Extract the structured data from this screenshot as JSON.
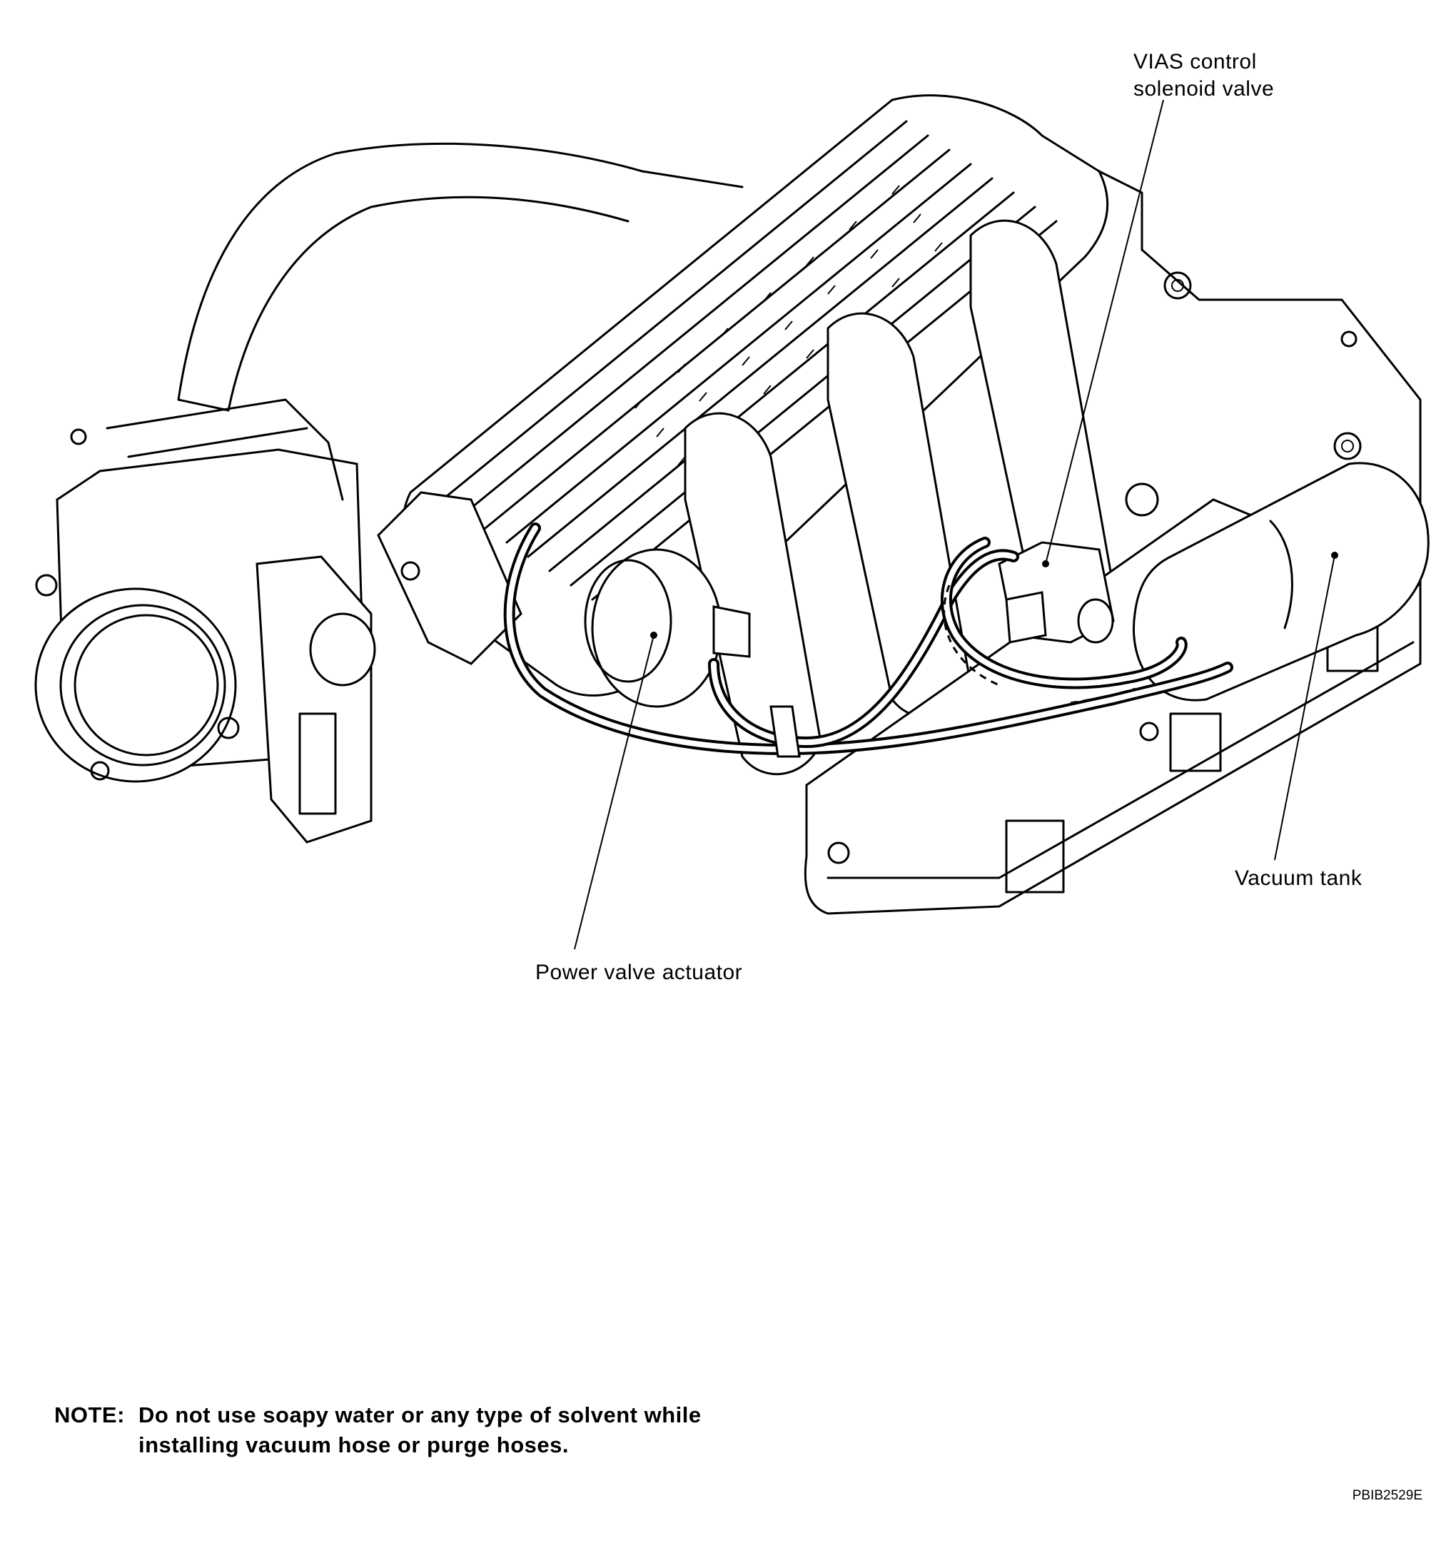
{
  "labels": {
    "vias_line1": "VIAS control",
    "vias_line2": "solenoid valve",
    "vacuum_tank": "Vacuum tank",
    "power_valve_actuator": "Power valve actuator"
  },
  "note": {
    "key": "NOTE:",
    "line1": "Do not use soapy water or any type of solvent while",
    "line2": "installing vacuum hose or purge hoses."
  },
  "figure_code": "PBIB2529E"
}
